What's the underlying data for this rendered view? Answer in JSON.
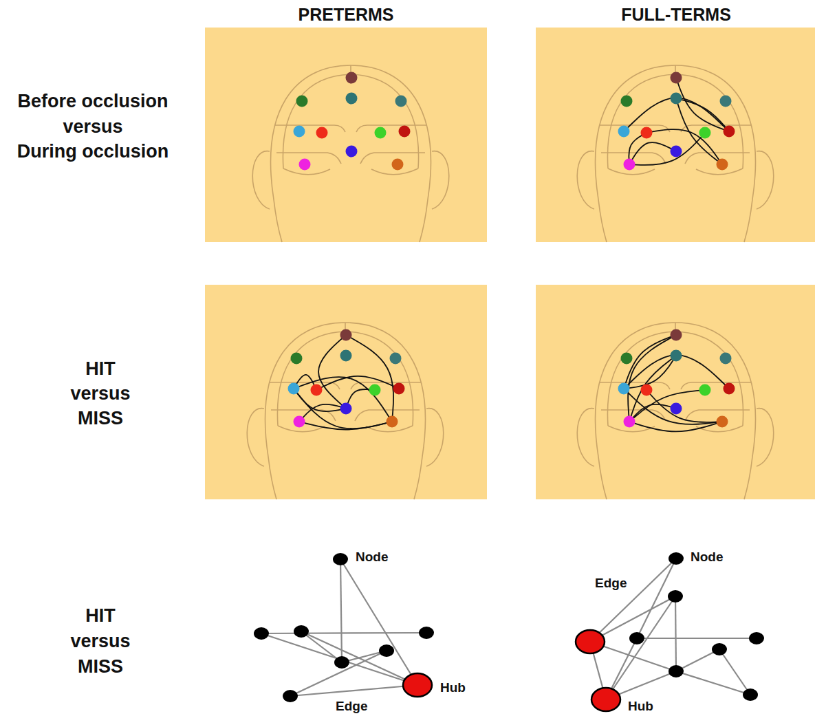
{
  "diagram": {
    "labels": [
      "PRETERMS",
      "FULL-TERMS",
      "Before occlusion",
      "versus",
      "During occlusion",
      "HIT",
      "versus",
      "MISS",
      "HIT",
      "versus",
      "MISS",
      "Node",
      "Edge",
      "Hub",
      "Node",
      "Edge",
      "Hub"
    ]
  }
}
